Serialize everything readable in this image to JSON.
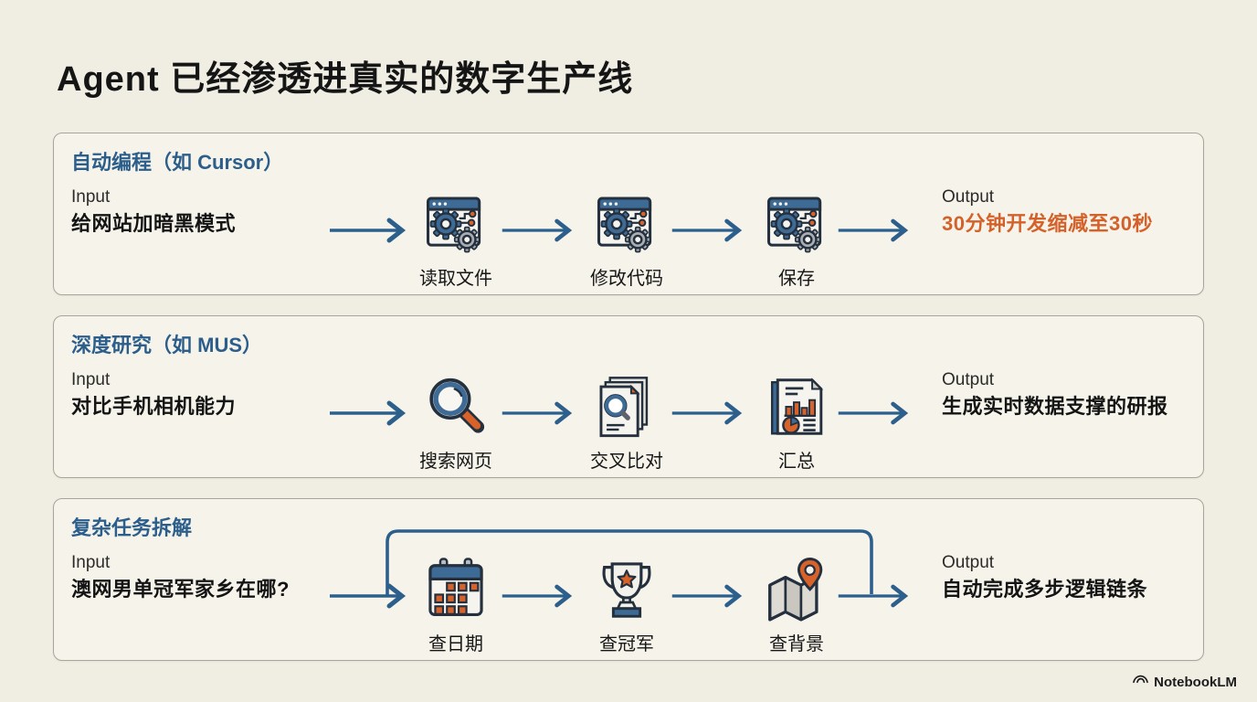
{
  "page": {
    "title": "Agent 已经渗透进真实的数字生产线",
    "brand": "NotebookLM"
  },
  "colors": {
    "background": "#f0eee3",
    "panel_background": "#f6f4ea",
    "panel_border": "#a8a69b",
    "accent_blue": "#2c5e8c",
    "arrow_blue": "#2d5f8d",
    "accent_orange": "#d4612a",
    "text": "#151515"
  },
  "panels": [
    {
      "title": "自动编程（如 Cursor）",
      "input_label": "Input",
      "input_value": "给网站加暗黑模式",
      "steps": [
        {
          "label": "读取文件",
          "icon": "browser-gears-icon"
        },
        {
          "label": "修改代码",
          "icon": "browser-gears-icon"
        },
        {
          "label": "保存",
          "icon": "browser-gears-icon"
        }
      ],
      "output_label": "Output",
      "output_value": "30分钟开发缩减至30秒",
      "output_highlight": true
    },
    {
      "title": "深度研究（如 MUS）",
      "input_label": "Input",
      "input_value": "对比手机相机能力",
      "steps": [
        {
          "label": "搜索网页",
          "icon": "magnifier-icon"
        },
        {
          "label": "交叉比对",
          "icon": "stacked-documents-icon"
        },
        {
          "label": "汇总",
          "icon": "report-chart-icon"
        }
      ],
      "output_label": "Output",
      "output_value": "生成实时数据支撑的研报",
      "output_highlight": false
    },
    {
      "title": "复杂任务拆解",
      "input_label": "Input",
      "input_value": "澳网男单冠军家乡在哪?",
      "steps": [
        {
          "label": "查日期",
          "icon": "calendar-icon"
        },
        {
          "label": "查冠军",
          "icon": "trophy-icon"
        },
        {
          "label": "查背景",
          "icon": "map-pin-icon"
        }
      ],
      "output_label": "Output",
      "output_value": "自动完成多步逻辑链条",
      "output_highlight": false,
      "loop": true
    }
  ]
}
